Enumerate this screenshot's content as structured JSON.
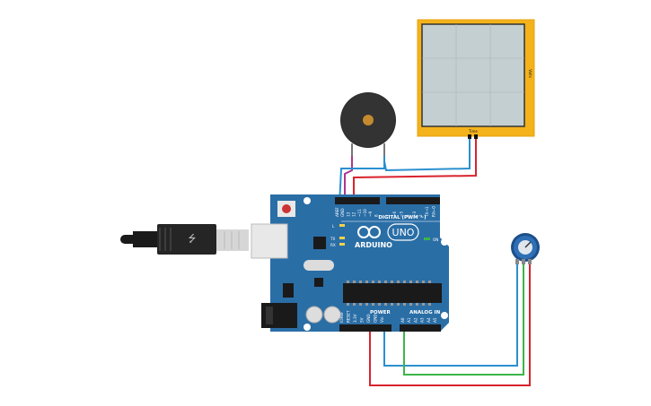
{
  "arduino": {
    "digital_label": "DIGITAL (PWM ~)",
    "analog_label": "ANALOG IN",
    "power_label": "POWER",
    "brand": "ARDUINO",
    "model": "UNO",
    "on_label": "ON",
    "l_label": "L",
    "tx_label": "TX",
    "rx_label": "RX",
    "top_pins": [
      "AREF",
      "GND",
      "13",
      "12",
      "~11",
      "~10",
      "~9",
      "8",
      "7",
      "~6",
      "~5",
      "4",
      "~3",
      "2",
      "TX→1",
      "RX←0"
    ],
    "bottom_left_pins": [
      "IOREF",
      "RESET",
      "3.3V",
      "5V",
      "GND",
      "GND",
      "Vin"
    ],
    "bottom_right_pins": [
      "A0",
      "A1",
      "A2",
      "A3",
      "A4",
      "A5"
    ]
  },
  "display": {
    "vert_label": "Volts",
    "bottom_label": "Time"
  },
  "colors": {
    "board": "#2a6ea6",
    "board_dark": "#1f5a8c",
    "wire_red": "#d9232e",
    "wire_blue": "#2b8fd0",
    "wire_green": "#3cb54a",
    "wire_magenta": "#b0368f",
    "display_frame": "#f4b21b",
    "display_screen": "#c4cfd2"
  }
}
